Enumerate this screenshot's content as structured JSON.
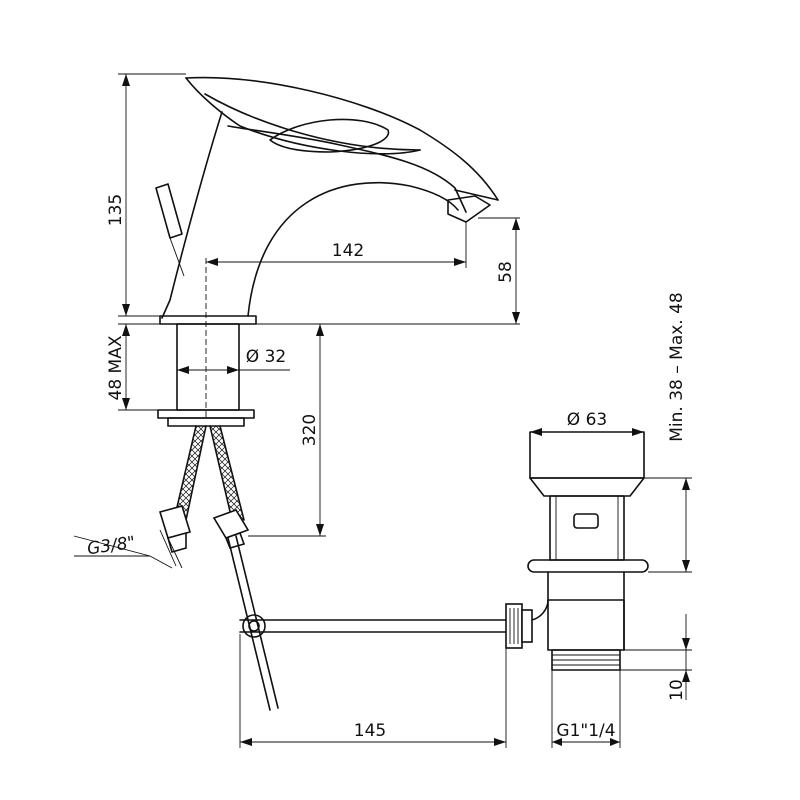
{
  "dimensions": {
    "height_total": "135",
    "spout_reach": "142",
    "spout_height": "58",
    "max_thickness": "48 MAX",
    "hole_diameter": "Ø 32",
    "hose_length": "320",
    "connection": "G3/8\"",
    "waste_diameter": "Ø 63",
    "waste_range": "Min. 38 – Max. 48",
    "rod_length": "145",
    "waste_thread": "G1\"1/4",
    "thread_length": "10"
  }
}
